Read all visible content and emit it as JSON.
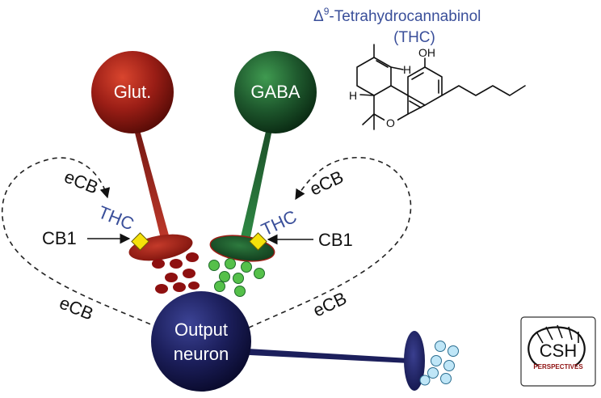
{
  "neurons": {
    "glut": {
      "label": "Glut."
    },
    "gaba": {
      "label": "GABA"
    },
    "output": {
      "label_line1": "Output",
      "label_line2": "neuron"
    }
  },
  "labels": {
    "ecb_top_left": "eCB",
    "ecb_top_right": "eCB",
    "ecb_bottom_left": "eCB",
    "ecb_bottom_right": "eCB",
    "thc_left": "THC",
    "thc_right": "THC",
    "cb1_left": "CB1",
    "cb1_right": "CB1"
  },
  "molecule": {
    "title_delta": "Δ",
    "title_superscript": "9",
    "title_rest": "-Tetrahydrocannabinol",
    "subtitle": "(THC)",
    "atom_oh": "OH",
    "atom_o": "O",
    "atom_h_top": "H",
    "atom_h_left": "H"
  },
  "logo": {
    "main": "CSH",
    "sub": "PERSPECTIVES"
  },
  "colors": {
    "glut": "#9b1e16",
    "gaba": "#1f5a2e",
    "output": "#1c1f5c",
    "thc_text": "#3a4f9a",
    "receptor": "#f5e10a",
    "vesicle_glut": "#8e1010",
    "vesicle_gaba": "#55c04a",
    "vesicle_output": "#bfe6f7"
  }
}
